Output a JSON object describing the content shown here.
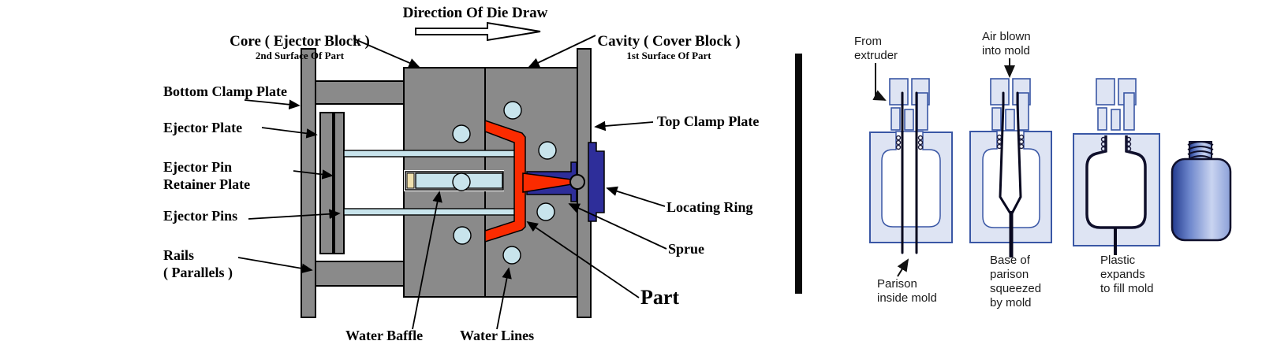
{
  "left_diagram": {
    "core": {
      "main": "Core ( Ejector Block )",
      "sub": "2nd Surface Of Part"
    },
    "cavity": {
      "main": "Cavity ( Cover Block )",
      "sub": "1st Surface Of Part"
    },
    "direction": "Direction Of Die Draw",
    "labels": {
      "bottom_clamp": "Bottom Clamp Plate",
      "ejector_plate": "Ejector Plate",
      "ejector_pin_retainer": "Ejector Pin\nRetainer Plate",
      "ejector_pins": "Ejector Pins",
      "rails": "Rails\n( Parallels )",
      "water_baffle": "Water Baffle",
      "water_lines": "Water Lines",
      "top_clamp": "Top Clamp Plate",
      "locating_ring": "Locating Ring",
      "sprue": "Sprue",
      "part": "Part"
    }
  },
  "right_diagram": {
    "labels": {
      "from_extruder": "From\nextruder",
      "air_blown": "Air blown\ninto mold",
      "parison_inside": "Parison\ninside mold",
      "base_parison": "Base of\nparison\nsqueezed\nby mold",
      "plastic_expands": "Plastic\nexpands\nto fill mold"
    }
  },
  "colors": {
    "block_gray": "#8a8a8a",
    "water_line_blue": "#c8e4ec",
    "part_red": "#fb2b00",
    "sprue_navy": "#2e2e9a",
    "baffle_cap_tan": "#efe0ae",
    "blow_mold_fill": "#dee4f3",
    "blow_mold_outline": "#3a57a5",
    "parison_dark": "#08081f",
    "bottle_gradient_dark": "#223a8e",
    "bottle_gradient_light": "#c9d4f0",
    "divider_black": "#0a0a0a"
  }
}
